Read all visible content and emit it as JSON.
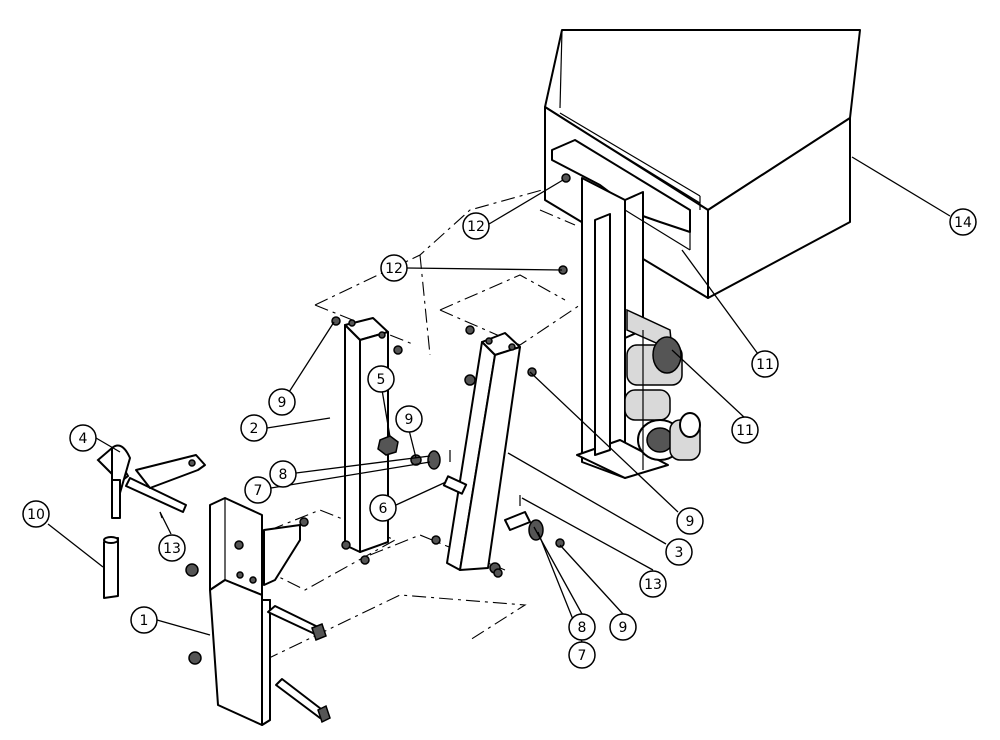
{
  "callouts": [
    {
      "label": "1"
    },
    {
      "label": "2"
    },
    {
      "label": "3"
    },
    {
      "label": "4"
    },
    {
      "label": "5"
    },
    {
      "label": "6"
    },
    {
      "label": "7"
    },
    {
      "label": "7"
    },
    {
      "label": "8"
    },
    {
      "label": "8"
    },
    {
      "label": "9"
    },
    {
      "label": "9"
    },
    {
      "label": "9"
    },
    {
      "label": "9"
    },
    {
      "label": "10"
    },
    {
      "label": "11"
    },
    {
      "label": "11"
    },
    {
      "label": "12"
    },
    {
      "label": "12"
    },
    {
      "label": "13"
    },
    {
      "label": "13"
    },
    {
      "label": "14"
    }
  ]
}
